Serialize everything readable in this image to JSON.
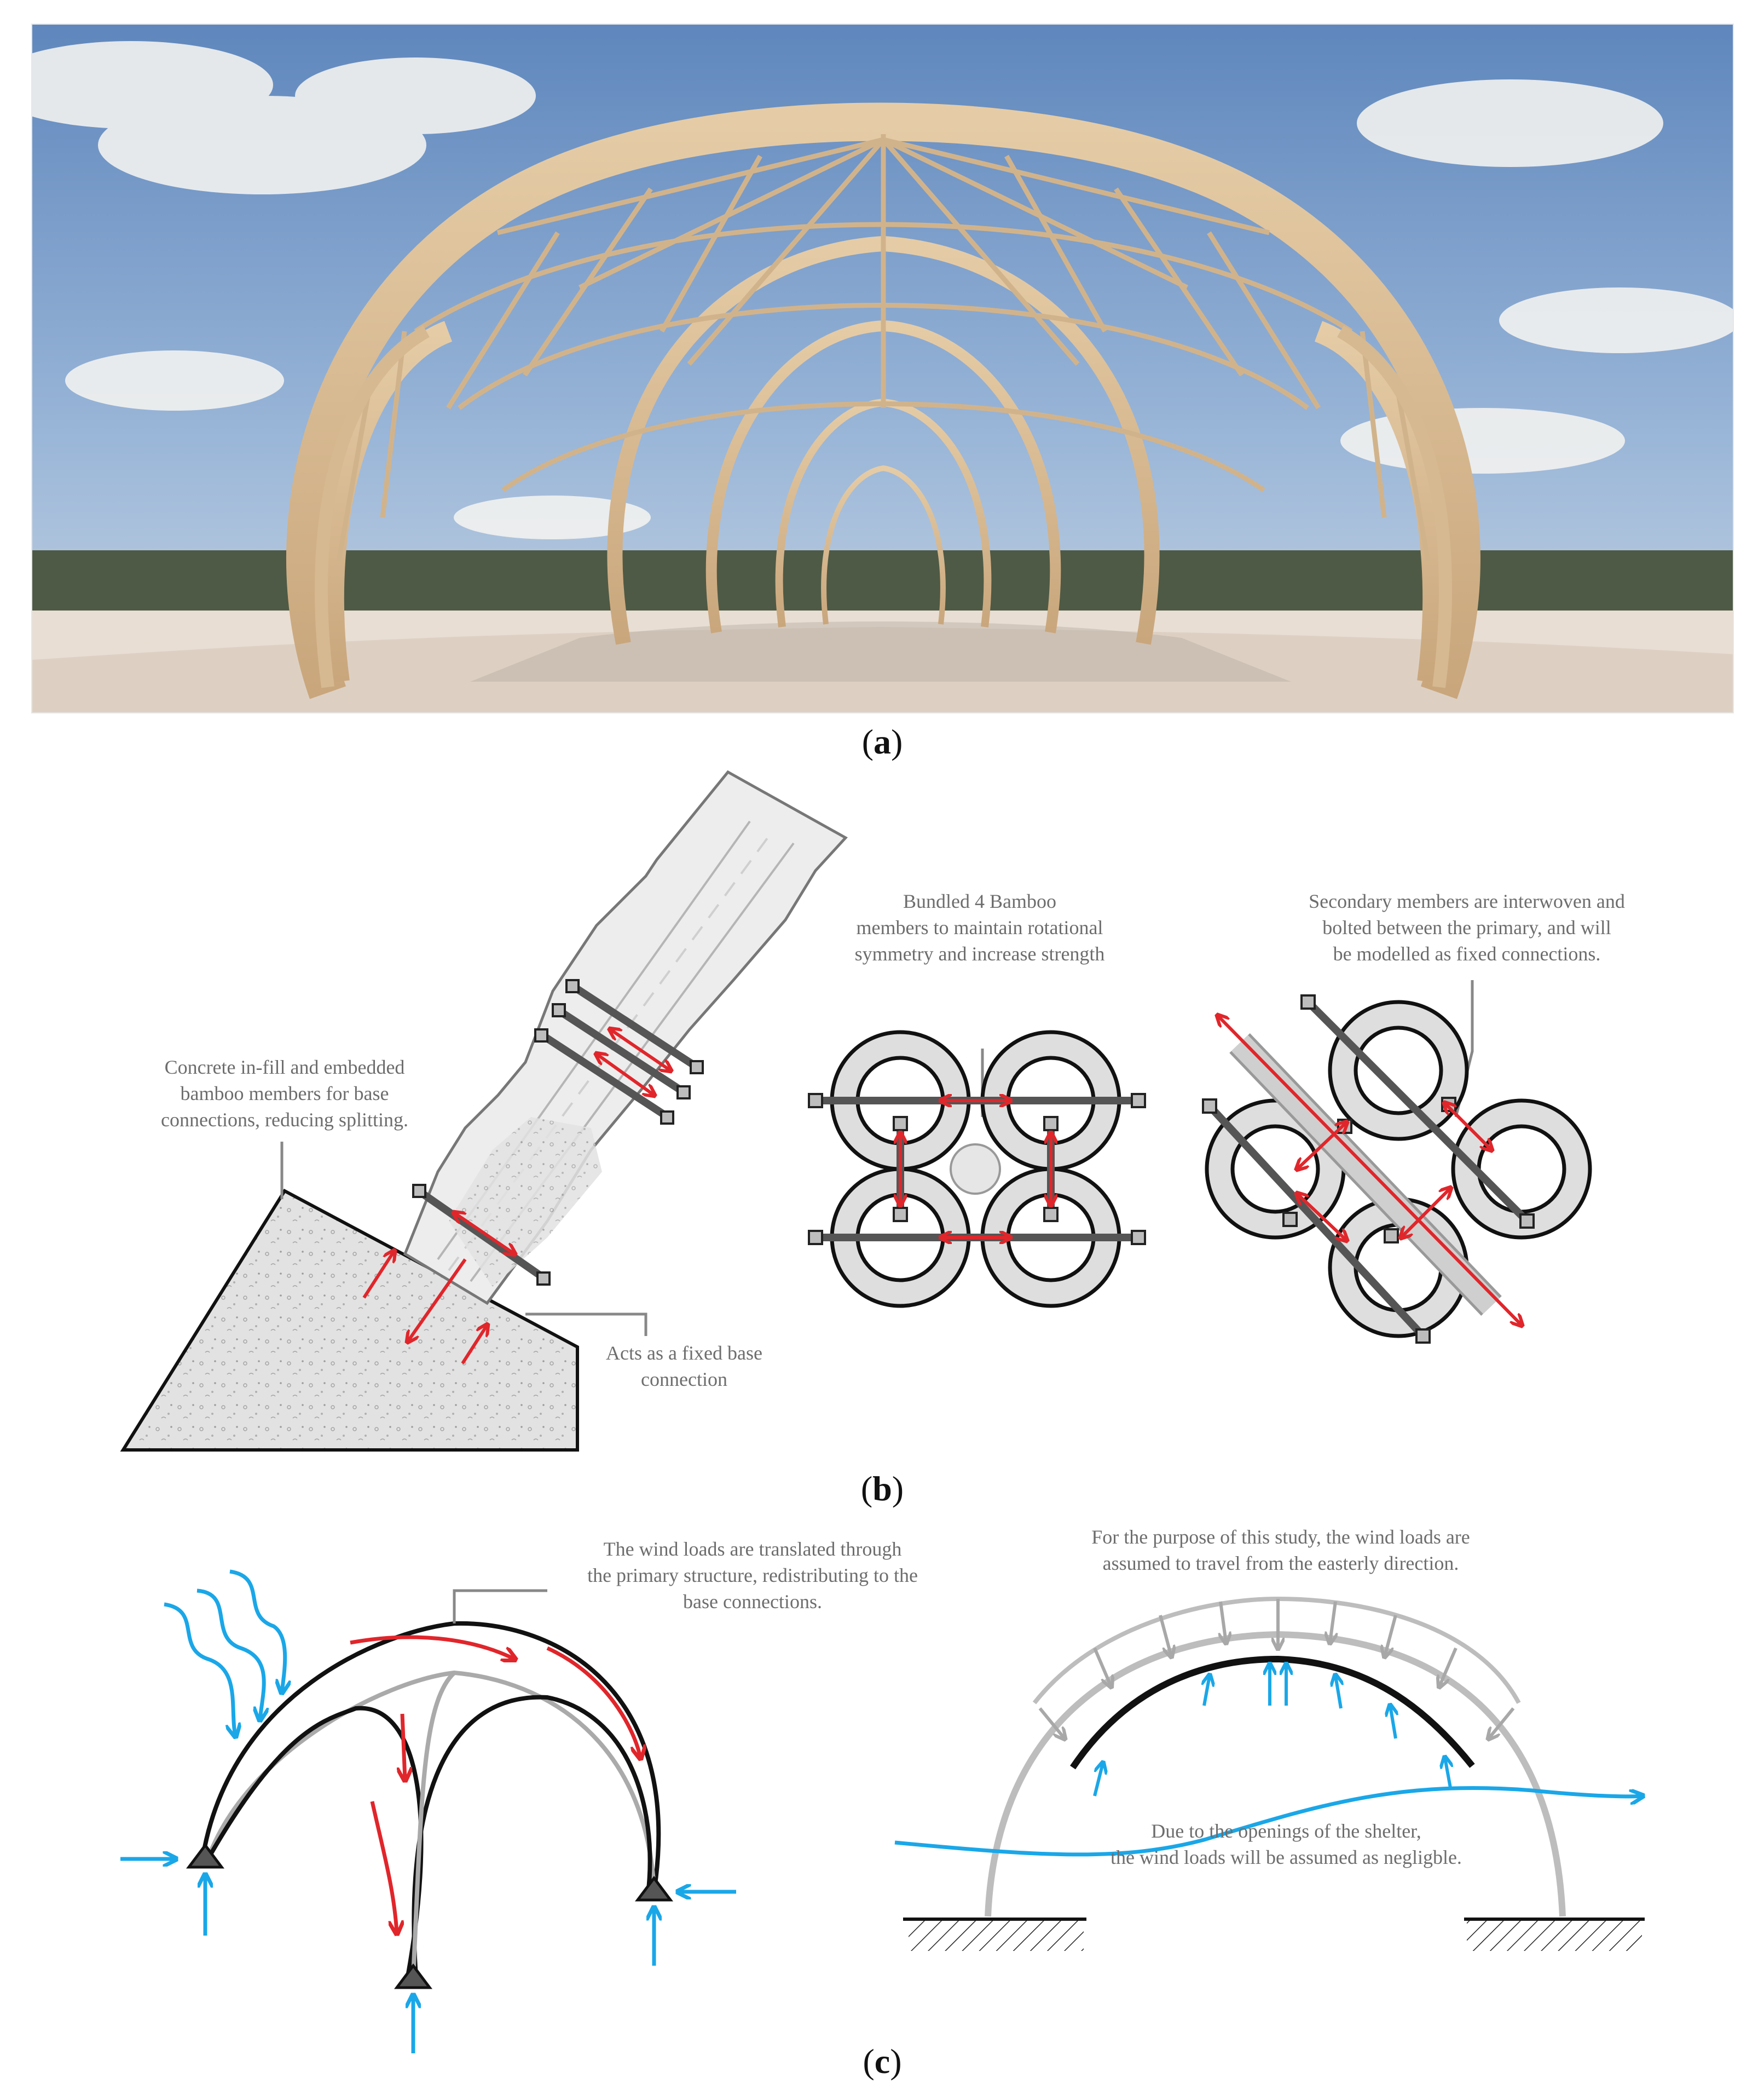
{
  "panels": {
    "a": {
      "label": "a"
    },
    "b": {
      "label": "b"
    },
    "c": {
      "label": "c"
    }
  },
  "notes": {
    "concrete": [
      "Concrete in-fill and embedded",
      "bamboo members for base",
      "connections, reducing splitting."
    ],
    "fixed_base": [
      "Acts as a fixed base",
      "connection"
    ],
    "bundled": [
      "Bundled 4 Bamboo",
      "members to maintain rotational",
      "symmetry and increase strength"
    ],
    "secondary": [
      "Secondary members are interwoven and",
      "bolted between the primary, and will",
      "be modelled as fixed connections."
    ],
    "wind_translated": [
      "The wind loads are translated through",
      "the primary structure, redistributing to the",
      "base connections."
    ],
    "wind_direction": [
      "For the purpose of this study, the wind loads are",
      "assumed to travel from the easterly direction."
    ],
    "openings": [
      "Due to the openings of the shelter,",
      "the wind loads will be assumed as negligble."
    ]
  },
  "colors": {
    "force_arrow": "#e0262b",
    "wind_arrow": "#1aa7e8",
    "bamboo": "#d9bb92",
    "sky": "#6f95c6",
    "ground": "#e6ddd4"
  }
}
